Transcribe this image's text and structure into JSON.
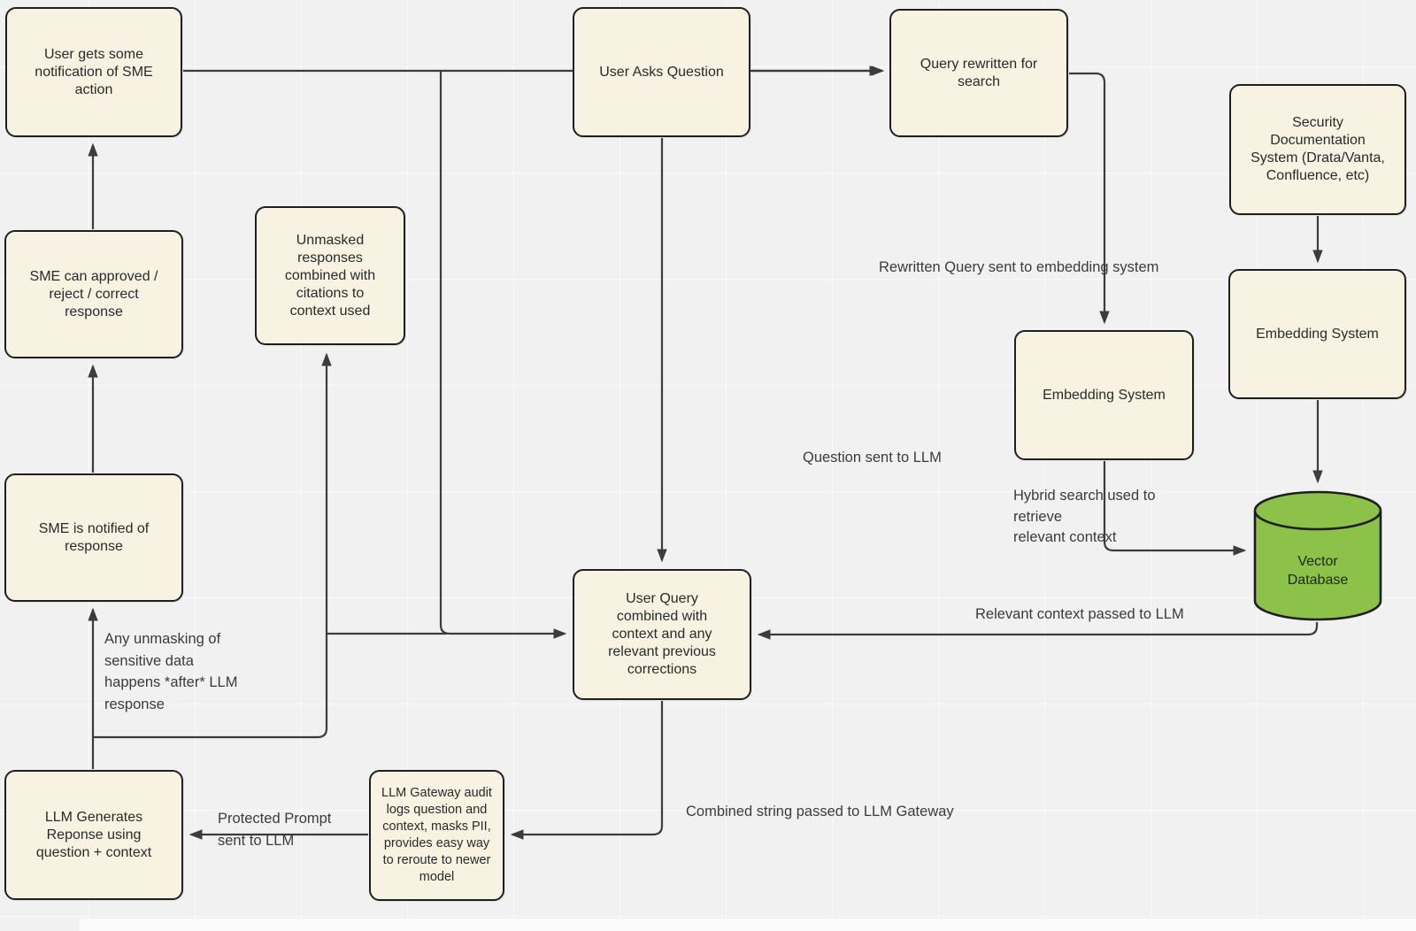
{
  "diagram": {
    "colors": {
      "canvas_bg": "#f1f1f2",
      "grid_line": "#fafafb",
      "node_fill": "#f8f2e3",
      "node_border": "#1f1f1f",
      "edge": "#3c3c3c",
      "database_fill": "#8cc14a",
      "node_text": "#2a2a2a",
      "label_text": "#3b3b3b"
    },
    "nodes": [
      {
        "id": "user-notification",
        "label": "User gets some notification of SME action"
      },
      {
        "id": "sme-approve",
        "label": "SME can approved / reject / correct response"
      },
      {
        "id": "unmasked-responses",
        "label": "Unmasked responses combined with citations to context used"
      },
      {
        "id": "sme-notified",
        "label": "SME is notified of response"
      },
      {
        "id": "user-asks-question",
        "label": "User Asks Question"
      },
      {
        "id": "query-rewritten",
        "label": "Query rewritten for search"
      },
      {
        "id": "security-doc-system",
        "label": "Security Documentation System (Drata/Vanta, Confluence, etc)"
      },
      {
        "id": "embedding-system-right",
        "label": "Embedding System"
      },
      {
        "id": "embedding-system-left",
        "label": "Embedding System"
      },
      {
        "id": "vector-database",
        "label": "Vector\nDatabase"
      },
      {
        "id": "user-query-combined",
        "label": "User Query combined with context and any relevant previous corrections"
      },
      {
        "id": "llm-gateway",
        "label": "LLM Gateway audit logs question and context, masks PII, provides easy way to reroute to newer model"
      },
      {
        "id": "llm-generates",
        "label": "LLM Generates Reponse using question + context"
      }
    ],
    "edge_labels": [
      {
        "id": "rewritten-query",
        "text": "Rewritten Query sent to embedding system"
      },
      {
        "id": "question-sent",
        "text": "Question sent to LLM"
      },
      {
        "id": "hybrid-search",
        "text": "Hybrid search used to\nretrieve\nrelevant context"
      },
      {
        "id": "relevant-context",
        "text": "Relevant context passed to LLM"
      },
      {
        "id": "any-unmasking",
        "text": "Any unmasking of\nsensitive data\nhappens *after* LLM\nresponse"
      },
      {
        "id": "combined-string",
        "text": "Combined string passed to LLM Gateway"
      },
      {
        "id": "protected-prompt",
        "text": "Protected Prompt\nsent to LLM"
      }
    ]
  }
}
